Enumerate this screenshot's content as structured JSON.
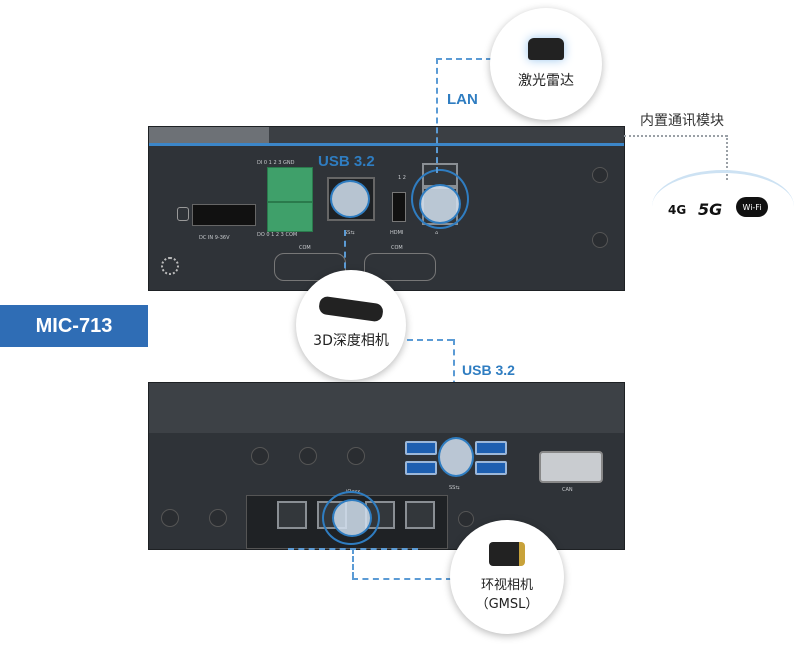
{
  "model_badge": "MIC-713",
  "callouts": {
    "lan_label": "LAN",
    "usb_top_label": "USB 3.2",
    "usb_bottom_label": "USB 3.2",
    "lidar": "激光雷达",
    "wireless_module": "内置通讯模块",
    "camera_3d": "3D深度相机",
    "surround_camera": "环视相机",
    "surround_camera_sub": "（GMSL）"
  },
  "wireless_badges": [
    "4G",
    "5G",
    "Wi-Fi"
  ],
  "front_panel": {
    "dc_in": "DC IN 9-36V",
    "di_label": "DI  0  1  2  3  GND",
    "do_label": "DO  0  1  2  3  COM",
    "com_left": "COM",
    "com_right": "COM",
    "hdmi": "HDMI",
    "ports_top_marks": "1     2"
  },
  "rear_panel": {
    "can": "CAN",
    "gmsl_mark": "iOxxx"
  },
  "colors": {
    "accent": "#2f7dc1",
    "badge_bg": "#2f6db5",
    "device": "#2f3338"
  }
}
